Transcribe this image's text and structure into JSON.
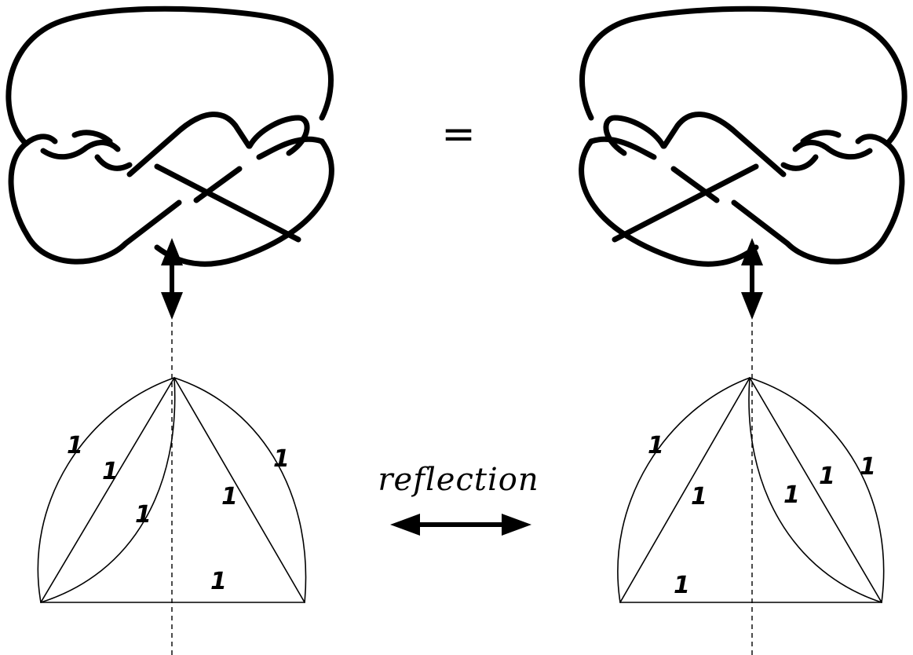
{
  "equals_sign": "=",
  "reflection_label": "reflection",
  "left_arc_labels": [
    "1",
    "1",
    "1",
    "1",
    "1",
    "1"
  ],
  "right_arc_labels": [
    "1",
    "1",
    "1",
    "1",
    "1",
    "1"
  ]
}
